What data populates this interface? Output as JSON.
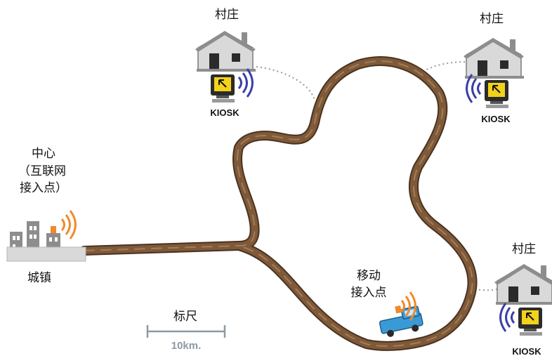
{
  "nodes": {
    "village_left": {
      "label": "村庄",
      "kiosk_label": "KIOSK"
    },
    "village_right": {
      "label": "村庄",
      "kiosk_label": "KIOSK"
    },
    "village_lower": {
      "label": "村庄",
      "kiosk_label": "KIOSK"
    },
    "hub": {
      "label_lines": [
        "中心",
        "（互联网",
        "接入点）"
      ],
      "town_label": "城镇"
    },
    "mobile": {
      "label_lines": [
        "移动",
        "接入点"
      ]
    }
  },
  "scale": {
    "title": "标尺",
    "value": "10km."
  },
  "colors": {
    "road": "#7e5a3a",
    "road_edge": "#4a321e",
    "house_roof": "#8d8d8d",
    "house_wall": "#d9d9d9",
    "wifi_orange": "#f08a2a",
    "wifi_blue": "#3b3fa8",
    "truck": "#3a9ad6",
    "kiosk_screen": "#f2d21a"
  }
}
